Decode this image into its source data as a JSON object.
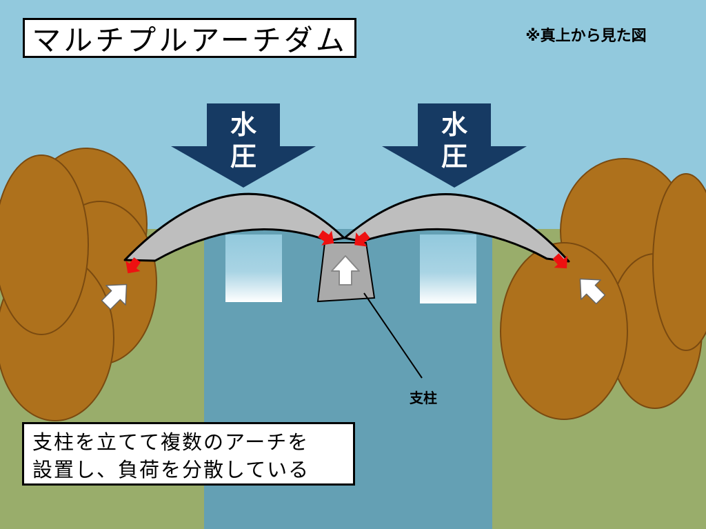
{
  "title": "マルチプルアーチダム",
  "view_note": "※真上から見た図",
  "pressure_label": {
    "line1": "水",
    "line2": "圧"
  },
  "pillar_label": "支柱",
  "caption": {
    "line1": "支柱を立てて複数のアーチを",
    "line2": "設置し、負荷を分散している"
  },
  "colors": {
    "sky": "#92c9dd",
    "river": "#64a0b4",
    "grass": "#99ad6b",
    "rock": "#ae711c",
    "rock_outline": "#7a4a10",
    "dam": "#bebebe",
    "pressure_arrow": "#163a63",
    "force_arrow": "#ee1111"
  },
  "icons": [
    "water-pressure-arrow-icon",
    "compression-force-arrow-icon",
    "reaction-force-arrow-icon"
  ]
}
